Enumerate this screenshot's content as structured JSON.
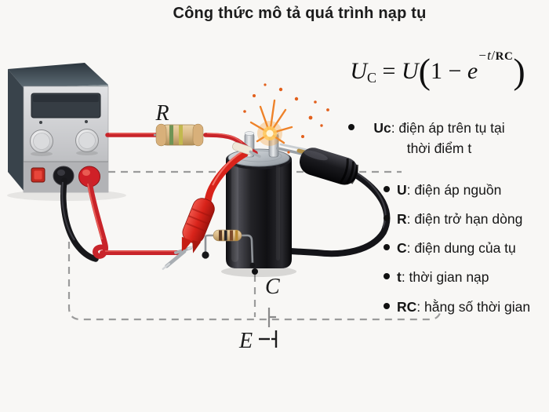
{
  "title": "Công thức mô tả quá trình nạp tụ",
  "formula": {
    "u_base": "U",
    "u_sub": "C",
    "equals": " = ",
    "source_u": "U",
    "open_paren": "(",
    "one_minus": "1 − ",
    "e": "e",
    "exp_t": "−t",
    "exp_slash": "/",
    "exp_rc": "RC",
    "close_paren": ")"
  },
  "legend": {
    "items": [
      {
        "term": "Uc",
        "desc": ": điện áp trên tụ tại thời điểm t"
      },
      {
        "term": "U",
        "desc": ": điện áp nguồn"
      },
      {
        "term": "R",
        "desc": ": điện trở hạn dòng"
      },
      {
        "term": "C",
        "desc": ": điện dung của tụ"
      },
      {
        "term": "t",
        "desc": ": thời gian nạp"
      },
      {
        "term": "RC",
        "desc": ": hằng số thời gian"
      }
    ]
  },
  "diagram": {
    "resistor_label": "R",
    "capacitor_label": "C",
    "source_label": "E"
  },
  "colors": {
    "background": "#f8f7f5",
    "wire_red": "#c8242a",
    "spark_orange": "#f59d2f",
    "dashed_grey": "#9b9b9b",
    "text_dark": "#1d1d1d"
  }
}
